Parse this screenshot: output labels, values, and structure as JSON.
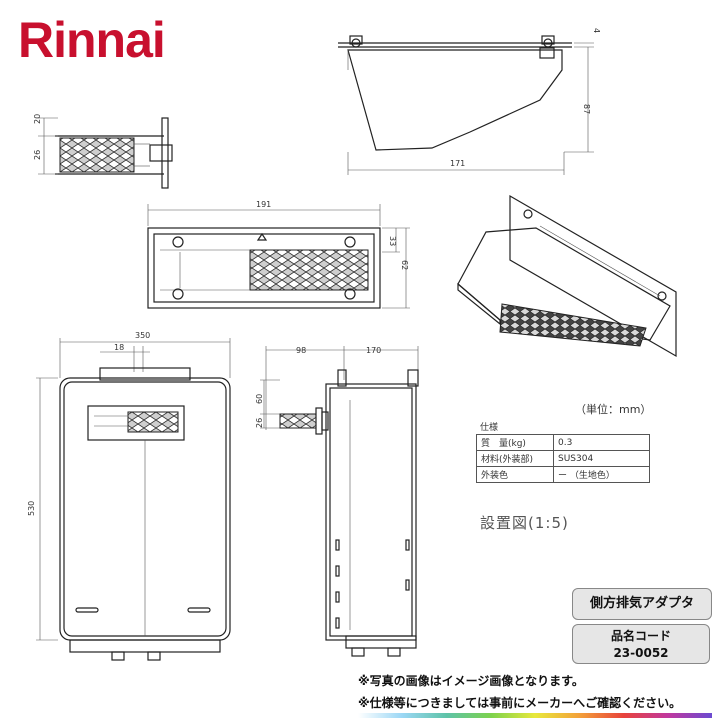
{
  "brand": {
    "logo_text": "Rinnai",
    "color": "#c8102e"
  },
  "dimensions": {
    "top_width": "171",
    "top_height": "87",
    "top_flange": "4",
    "side_a": "20",
    "side_b": "26",
    "front_width": "191",
    "front_h1": "33",
    "front_h2": "62",
    "heater_width": "350",
    "heater_offset": "18",
    "heater_height": "530",
    "side_depth1": "98",
    "side_depth2": "170",
    "side_h1": "60",
    "side_h2": "26"
  },
  "spec": {
    "units_label": "（単位：mm）",
    "caption": "仕様",
    "rows": [
      {
        "key": "質　量(kg)",
        "value": "0.3"
      },
      {
        "key": "材料(外装部)",
        "value": "SUS304"
      },
      {
        "key": "外装色",
        "value": "ー （生地色）"
      }
    ],
    "scale_label": "設置図(1:5)"
  },
  "product": {
    "name": "側方排気アダプタ",
    "code_label": "品名コード",
    "code": "23-0052"
  },
  "notes": [
    "※写真の画像はイメージ画像となります。",
    "※仕様等につきましては事前にメーカーへご確認ください。"
  ]
}
